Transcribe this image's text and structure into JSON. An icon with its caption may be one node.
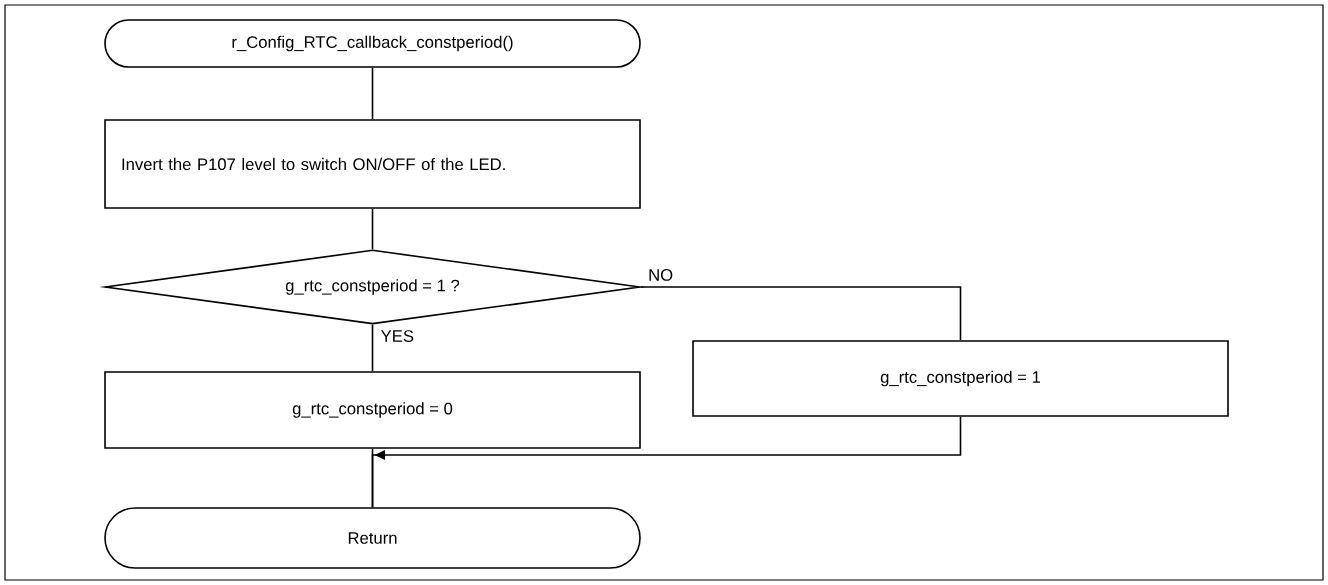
{
  "diagram": {
    "nodes": [
      {
        "text": [
          "r_Config_RTC_callback_constperiod()"
        ]
      },
      {
        "text": [
          "Invert the P107 level to switch ON/OFF of the LED."
        ]
      },
      {
        "text": [
          "g_rtc_constperiod = 1 ?"
        ]
      },
      {
        "text": [
          "g_rtc_constperiod = 0"
        ]
      },
      {
        "text": [
          "g_rtc_constperiod = 1"
        ]
      },
      {
        "text": [
          "Return"
        ]
      }
    ],
    "edges": [
      {
        "from": 0,
        "to": 1,
        "arrow": "none"
      },
      {
        "from": 1,
        "to": 2,
        "arrow": "none"
      },
      {
        "from": 2,
        "to": 3,
        "arrow": "none",
        "label": "YES"
      },
      {
        "from": 2,
        "to": 4,
        "arrow": "none",
        "label": "NO"
      },
      {
        "from": 3,
        "to": 5,
        "arrow": "none"
      },
      {
        "from": 4,
        "to": 5,
        "arrow": "to"
      }
    ]
  }
}
